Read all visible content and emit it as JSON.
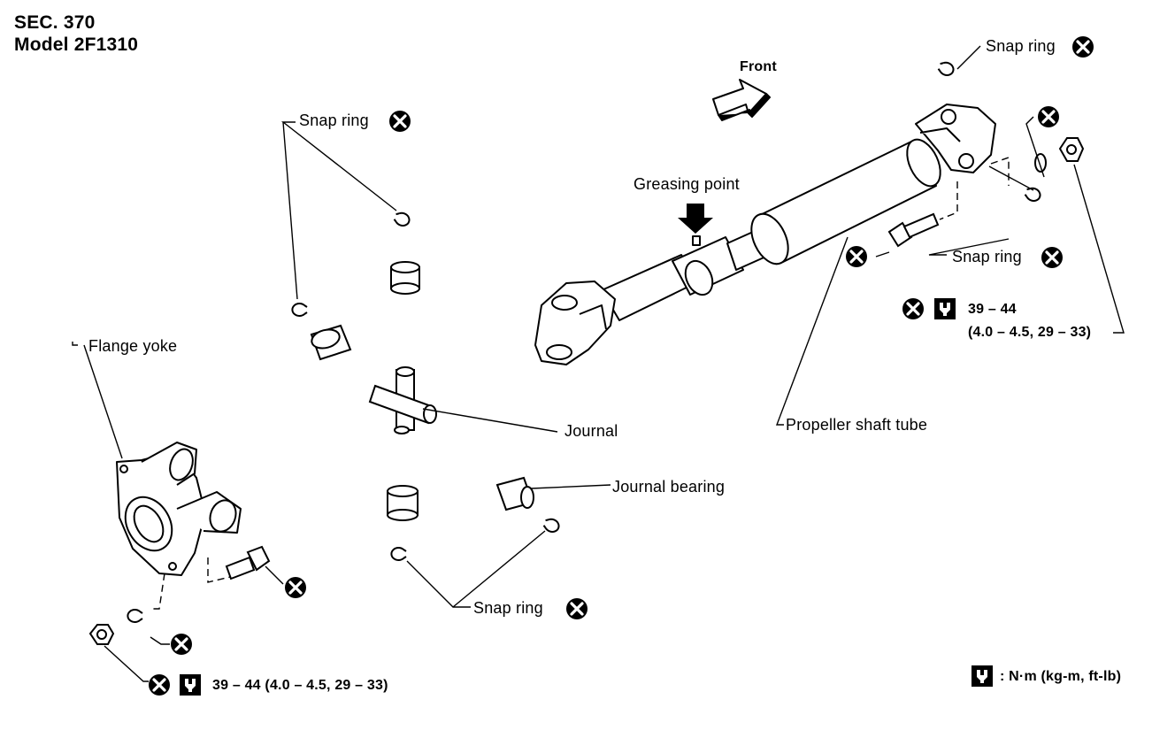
{
  "header": {
    "section": "SEC. 370",
    "model": "Model 2F1310"
  },
  "direction": {
    "label": "Front"
  },
  "labels": {
    "snap_ring_top_left": "Snap ring",
    "snap_ring_top_right": "Snap ring",
    "snap_ring_mid_right": "Snap ring",
    "snap_ring_bottom": "Snap ring",
    "greasing_point": "Greasing point",
    "flange_yoke": "Flange yoke",
    "journal": "Journal",
    "journal_bearing": "Journal bearing",
    "propeller_shaft_tube": "Propeller shaft tube"
  },
  "torque": {
    "right_line1": "39 – 44",
    "right_line2": "(4.0 – 4.5, 29 – 33)",
    "bottom": "39 – 44 (4.0 – 4.5, 29 – 33)"
  },
  "legend": {
    "unit": ": N·m (kg-m, ft-lb)"
  },
  "icons": {
    "replace": "x-circle-icon (do not reuse / always replace)",
    "torque": "wrench-torque-icon"
  }
}
